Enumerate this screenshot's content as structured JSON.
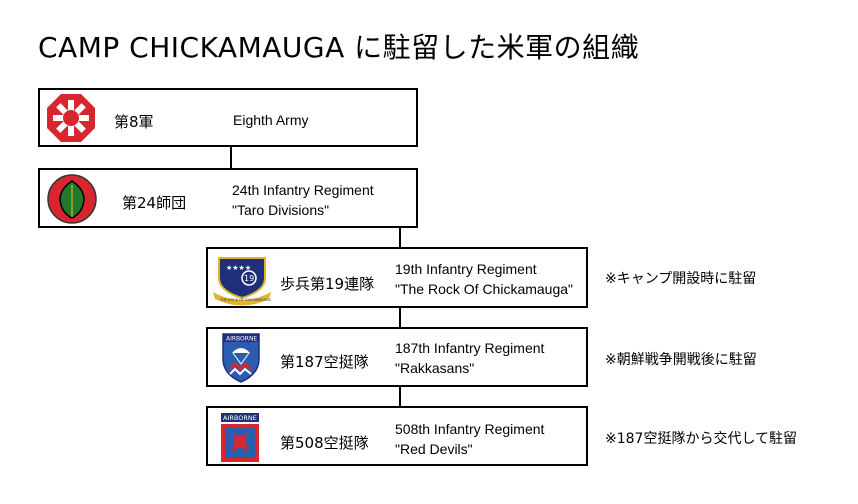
{
  "title": "CAMP CHICKAMAUGA に駐留した米軍の組織",
  "units": [
    {
      "jp": "第8軍",
      "en_line1": "Eighth Army",
      "en_line2": "",
      "icon": "eighth-army-patch-icon",
      "note": ""
    },
    {
      "jp": "第24師団",
      "en_line1": "24th Infantry Regiment",
      "en_line2": "\"Taro Divisions\"",
      "icon": "taro-leaf-patch-icon",
      "note": ""
    },
    {
      "jp": "歩兵第19連隊",
      "en_line1": "19th Infantry Regiment",
      "en_line2": "\"The Rock Of Chickamauga\"",
      "icon": "rock-of-chickamauga-crest-icon",
      "icon_text_number": "19",
      "icon_text_banner": "THE ROCK OF CHICKAMAUGA",
      "note": "※キャンプ開設時に駐留"
    },
    {
      "jp": "第187空挺隊",
      "en_line1": "187th Infantry Regiment",
      "en_line2": "\"Rakkasans\"",
      "icon": "rakkasans-shield-icon",
      "icon_text_banner": "AIRBORNE",
      "note": "※朝鮮戦争開戦後に駐留"
    },
    {
      "jp": "第508空挺隊",
      "en_line1": "508th Infantry Regiment",
      "en_line2": "\"Red Devils\"",
      "icon": "red-devils-patch-icon",
      "icon_text_banner": "AIRBORNE",
      "note": "※187空挺隊から交代して駐留"
    }
  ],
  "colors": {
    "red": "#d7262e",
    "navy": "#1f2f7a",
    "gold": "#e0b52a",
    "green": "#1f7a2c",
    "blue": "#2a5db0"
  }
}
